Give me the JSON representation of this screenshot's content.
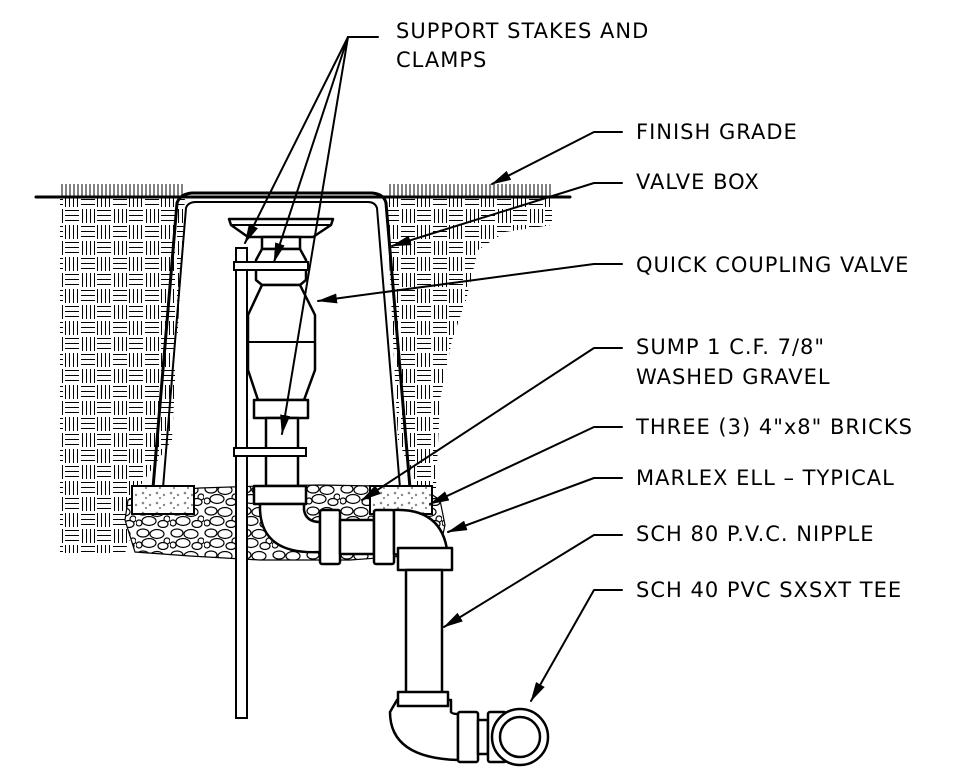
{
  "labels": {
    "support": [
      "SUPPORT STAKES AND",
      "CLAMPS"
    ],
    "finish_grade": "FINISH GRADE",
    "valve_box": "VALVE BOX",
    "quick_coupling": "QUICK COUPLING VALVE",
    "sump": [
      "SUMP 1 C.F. 7/8\"",
      "WASHED GRAVEL"
    ],
    "bricks": "THREE (3) 4\"x8\" BRICKS",
    "marlex": "MARLEX ELL – TYPICAL",
    "nipple": "SCH 80 P.V.C. NIPPLE",
    "tee": "SCH 40 PVC SXSXT TEE"
  },
  "icons": {
    "arrow": "leader-arrowhead",
    "soil": "soil-hatch",
    "gravel": "gravel-fill"
  },
  "colors": {
    "line": "#000000",
    "background": "#ffffff",
    "brick_dots": "#888888"
  }
}
